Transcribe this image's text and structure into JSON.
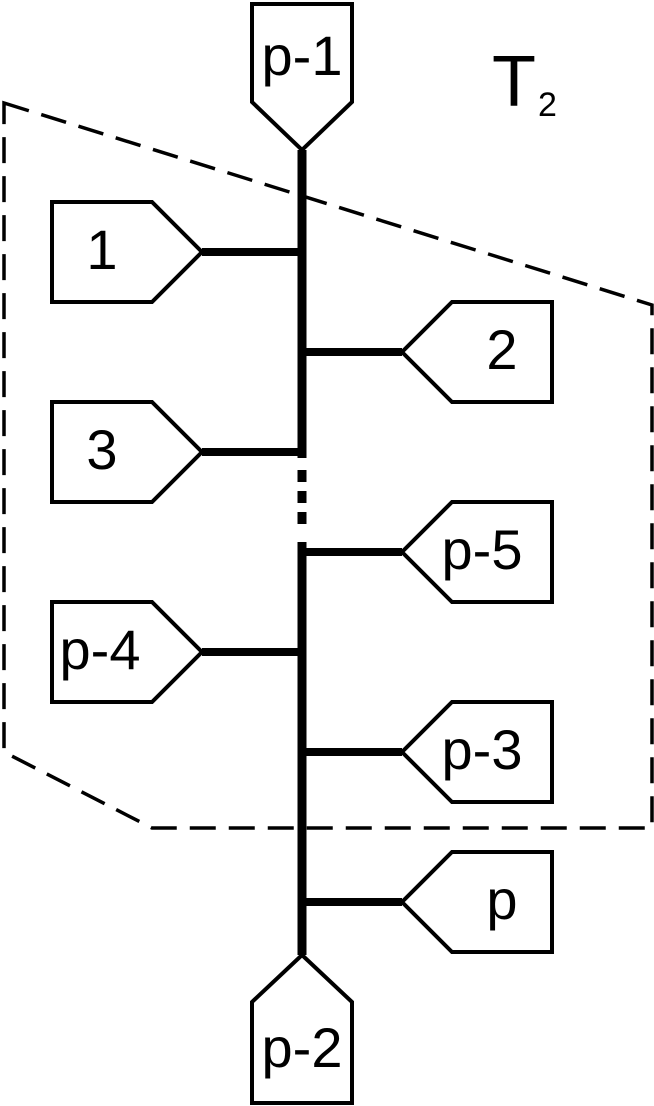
{
  "title": {
    "main": "T",
    "subscript": "2"
  },
  "nodes": {
    "top": "p-1",
    "bottom": "p-2",
    "left_1": "1",
    "right_2": "2",
    "left_3": "3",
    "right_p5": "p-5",
    "left_p4": "p-4",
    "right_p3": "p-3",
    "right_p": "p"
  }
}
